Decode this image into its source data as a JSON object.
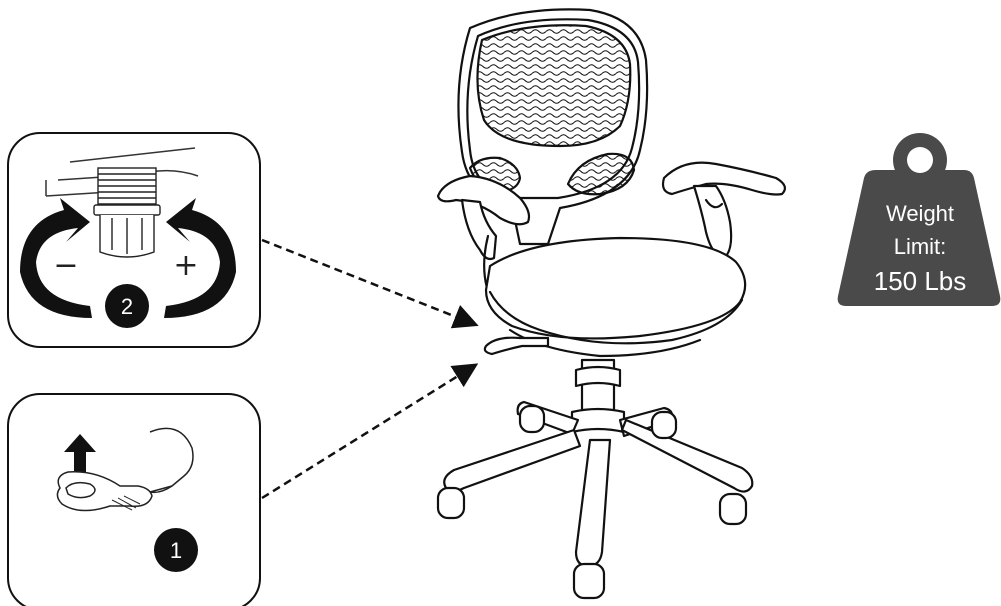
{
  "weight_badge": {
    "line1": "Weight",
    "line2": "Limit:",
    "line3": "150 Lbs",
    "color": "#4a4a4a"
  },
  "step_height": {
    "number": "2",
    "minus": "−",
    "plus": "+"
  },
  "step_lever": {
    "number": "1"
  },
  "colors": {
    "line": "#111111",
    "badge_dark": "#111111"
  }
}
